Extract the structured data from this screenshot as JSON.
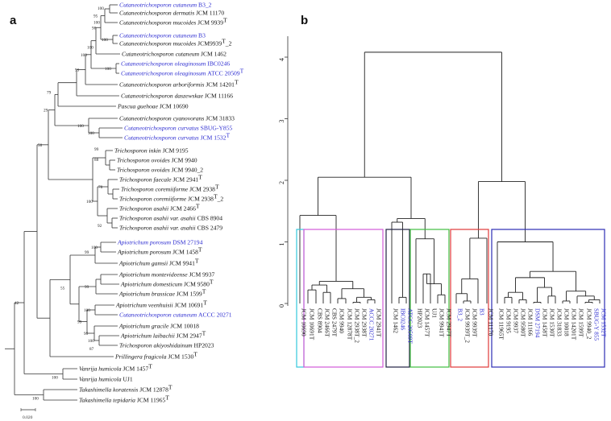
{
  "panels": {
    "a": "a",
    "b": "b"
  },
  "colors": {
    "highlight": "#2b2bd0",
    "default": "#111111",
    "box_cyan": "#34c7dd",
    "box_magenta": "#d35bd8",
    "box_black": "#222244",
    "box_green": "#3fbf3f",
    "box_red": "#e03a3a",
    "box_blue": "#2d2db5"
  },
  "tree_a": {
    "scale_label": "0.020",
    "taxa": [
      {
        "genus": "Cutaneotrichosporon cutaneum",
        "strain": "B3_2",
        "sup": "",
        "hl": true
      },
      {
        "genus": "Cutaneotrichosporon dermatis",
        "strain": "JCM 11170",
        "sup": "",
        "hl": false
      },
      {
        "genus": "Cutaneotrichosporon mucoides",
        "strain": "JCM 9939",
        "sup": "T",
        "hl": false
      },
      {
        "genus": "Cutaneotrichosporon cutaneum",
        "strain": "B3",
        "sup": "",
        "hl": true
      },
      {
        "genus": "Cutaneotrichosporon mucoides",
        "strain": "JCM9939",
        "sup": "T",
        "post": "_2",
        "hl": false
      },
      {
        "genus": "Cutaneotrichosporon cutaneum",
        "strain": "JCM 1462",
        "sup": "",
        "hl": false
      },
      {
        "genus": "Cutaneotrichosporon oleaginosum",
        "strain": "IBC0246",
        "sup": "",
        "hl": true
      },
      {
        "genus": "Cutaneotrichosporon oleaginosum",
        "strain": "ATCC 20509",
        "sup": "T",
        "hl": true
      },
      {
        "genus": "Cutaneotrichosporon arboriformis",
        "strain": "JCM 14201",
        "sup": "T",
        "hl": false
      },
      {
        "genus": "Cutaneotrichosporon daszewskae",
        "strain": "JCM 11166",
        "sup": "",
        "hl": false
      },
      {
        "genus": "Pascua guehoae",
        "strain": "JCM 10690",
        "sup": "",
        "hl": false
      },
      {
        "genus": "Cutaneotrichosporon cyanovorans",
        "strain": "JCM 31833",
        "sup": "",
        "hl": false
      },
      {
        "genus": "Cutaneotrichosporon curvatus",
        "strain": "SBUG-Y855",
        "sup": "",
        "hl": true
      },
      {
        "genus": "Cutaneotrichosporon curvatus",
        "strain": "JCM 1532",
        "sup": "T",
        "hl": true
      },
      {
        "genus": "Trichosporon inkin",
        "strain": "JCM 9195",
        "sup": "",
        "hl": false
      },
      {
        "genus": "Trichosporon ovoides",
        "strain": "JCM 9940",
        "sup": "",
        "hl": false
      },
      {
        "genus": "Trichosporon ovoides",
        "strain": "JCM 9940_2",
        "sup": "",
        "hl": false
      },
      {
        "genus": "Trichosporon faecale",
        "strain": "JCM 2941",
        "sup": "T",
        "hl": false
      },
      {
        "genus": "Trichosporon coremiiforme",
        "strain": "JCM 2938",
        "sup": "T",
        "hl": false
      },
      {
        "genus": "Trichosporon coremiiforme",
        "strain": "JCM 2938",
        "sup": "T",
        "post": "_2",
        "hl": false
      },
      {
        "genus": "Trichosporon asahii",
        "strain": "JCM 2466",
        "sup": "T",
        "hl": false
      },
      {
        "genus": "Trichosporon asahii var. asahii",
        "strain": "CBS 8904",
        "sup": "",
        "hl": false
      },
      {
        "genus": "Trichosporon asahii var. asahii",
        "strain": "CBS 2479",
        "sup": "",
        "hl": false
      },
      {
        "genus": "Apiotrichum porosum",
        "strain": "DSM 27194",
        "sup": "",
        "hl": true
      },
      {
        "genus": "Apiotrichum porosum",
        "strain": "JCM 1458",
        "sup": "T",
        "hl": false
      },
      {
        "genus": "Apiotrichum gamsii",
        "strain": "JCM 9941",
        "sup": "T",
        "hl": false
      },
      {
        "genus": "Apiotrichum montevideense",
        "strain": "JCM 9937",
        "sup": "",
        "hl": false
      },
      {
        "genus": "Apiotrichum domesticum",
        "strain": "JCM 9580",
        "sup": "T",
        "hl": false
      },
      {
        "genus": "Apiotrichum brassicae",
        "strain": "JCM 1599",
        "sup": "T",
        "hl": false
      },
      {
        "genus": "Apiotrichum veenhuisii",
        "strain": "JCM 10691",
        "sup": "T",
        "hl": false
      },
      {
        "genus": "Cutaneotrichosporon cutaneum",
        "strain": "ACCC 20271",
        "sup": "",
        "hl": true
      },
      {
        "genus": "Apiotrichum gracile",
        "strain": "JCM 10018",
        "sup": "",
        "hl": false
      },
      {
        "genus": "Apiotrichum laibachii",
        "strain": "JCM 2947",
        "sup": "T",
        "hl": false
      },
      {
        "genus": "Trichosporon akiyoshidainum",
        "strain": "HP2023",
        "sup": "",
        "hl": false
      },
      {
        "genus": "Prillingera fragicola",
        "strain": "JCM 1530",
        "sup": "T",
        "hl": false
      },
      {
        "genus": "Vanrija humicola",
        "strain": "JCM 1457",
        "sup": "T",
        "hl": false
      },
      {
        "genus": "Vanrija humicola",
        "strain": "UJ1",
        "sup": "",
        "hl": false
      },
      {
        "genus": "Takashimella koratensis",
        "strain": "JCM 12878",
        "sup": "T",
        "hl": false
      },
      {
        "genus": "Takashimella tepidaria",
        "strain": "JCM 11965",
        "sup": "T",
        "hl": false
      }
    ],
    "bootstraps": [
      "100",
      "95",
      "100",
      "100",
      "98",
      "100",
      "100",
      "100",
      "93",
      "79",
      "100",
      "29",
      "100",
      "99",
      "88",
      "78",
      "100",
      "92",
      "50",
      "100",
      "99",
      "99",
      "55",
      "100",
      "99",
      "96",
      "100",
      "87",
      "42",
      "100",
      "100"
    ]
  },
  "dendrogram_b": {
    "y_ticks": [
      "0",
      "1",
      "2",
      "3",
      "4"
    ],
    "leaves": [
      {
        "text": "JCM 10690",
        "hl": false
      },
      {
        "text": "JCM 10691T",
        "hl": false
      },
      {
        "text": "CBS 8904",
        "hl": false
      },
      {
        "text": "JCM 2466T",
        "hl": false
      },
      {
        "text": "CBS 2479T",
        "hl": false
      },
      {
        "text": "JCM 9940",
        "hl": false
      },
      {
        "text": "JCM 12878T",
        "hl": false
      },
      {
        "text": "JCM 2938T_2",
        "hl": false
      },
      {
        "text": "JCM 2938T",
        "hl": false
      },
      {
        "text": "ACCC 20271",
        "hl": true
      },
      {
        "text": "JCM 2941T",
        "hl": false
      },
      {
        "text": "JCM 1462",
        "hl": false
      },
      {
        "text": "IBC0246",
        "hl": true
      },
      {
        "text": "ATCC 20509T",
        "hl": true
      },
      {
        "text": "HP2023",
        "hl": false
      },
      {
        "text": "JCM 1457T",
        "hl": false
      },
      {
        "text": "UJ1",
        "hl": false
      },
      {
        "text": "JCM 9941T",
        "hl": false
      },
      {
        "text": "JCM 2947T",
        "hl": false
      },
      {
        "text": "B3_2",
        "hl": true
      },
      {
        "text": "JCM 9939T_2",
        "hl": false
      },
      {
        "text": "JCM 9939T",
        "hl": false
      },
      {
        "text": "B3",
        "hl": true
      },
      {
        "text": "JCM 11170",
        "hl": false
      },
      {
        "text": "JCM 11965T",
        "hl": false
      },
      {
        "text": "JCM 9195",
        "hl": false
      },
      {
        "text": "JCM 9937",
        "hl": false
      },
      {
        "text": "JCM 9580T",
        "hl": false
      },
      {
        "text": "JCM 11166",
        "hl": false
      },
      {
        "text": "DSM 27194",
        "hl": true
      },
      {
        "text": "JCM 1458T",
        "hl": false
      },
      {
        "text": "JCM 1530T",
        "hl": false
      },
      {
        "text": "JCM 31833",
        "hl": false
      },
      {
        "text": "JCM 10018",
        "hl": false
      },
      {
        "text": "JCM 14201T",
        "hl": false
      },
      {
        "text": "JCM 1599T",
        "hl": false
      },
      {
        "text": "JCM 9940_2",
        "hl": false
      },
      {
        "text": "SBUG-Y 855",
        "hl": true
      },
      {
        "text": "JCM 1532T",
        "hl": true
      }
    ]
  }
}
